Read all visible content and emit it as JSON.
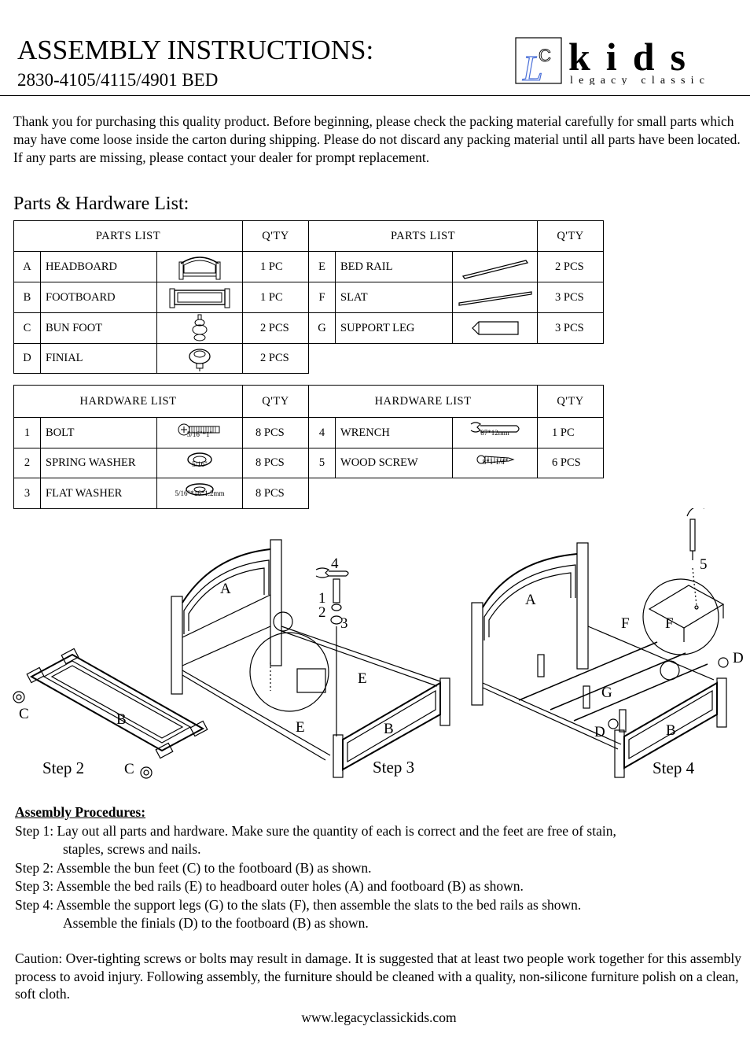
{
  "header": {
    "title": "ASSEMBLY INSTRUCTIONS:",
    "subtitle": "2830-4105/4115/4901  BED",
    "logo_mark": "LC",
    "logo_word": "kids",
    "logo_tagline": "legacy classic"
  },
  "intro": "Thank you for purchasing this quality product. Before beginning, please check the packing material carefully for small parts which may have come loose inside the carton during shipping. Please do not discard any packing material until all parts have been located. If any parts are missing, please contact your dealer for prompt replacement.",
  "parts_heading": "Parts & Hardware List:",
  "parts_table": {
    "header_list": "PARTS  LIST",
    "header_qty": "Q'TY",
    "left": [
      {
        "letter": "A",
        "name": "HEADBOARD",
        "qty": "1 PC",
        "icon": "headboard-icon"
      },
      {
        "letter": "B",
        "name": "FOOTBOARD",
        "qty": "1 PC",
        "icon": "footboard-icon"
      },
      {
        "letter": "C",
        "name": "BUN  FOOT",
        "qty": "2 PCS",
        "icon": "bun-foot-icon"
      },
      {
        "letter": "D",
        "name": "FINIAL",
        "qty": "2 PCS",
        "icon": "finial-icon"
      }
    ],
    "right": [
      {
        "letter": "E",
        "name": "BED  RAIL",
        "qty": "2 PCS",
        "icon": "bed-rail-icon"
      },
      {
        "letter": "F",
        "name": "SLAT",
        "qty": "3 PCS",
        "icon": "slat-icon"
      },
      {
        "letter": "G",
        "name": "SUPPORT  LEG",
        "qty": "3 PCS",
        "icon": "support-leg-icon"
      }
    ]
  },
  "hardware_table": {
    "header_list": "HARDWARE  LIST",
    "header_qty": "Q'TY",
    "left": [
      {
        "num": "1",
        "name": "BOLT",
        "spec": "5/16\"*1\"",
        "qty": "8 PCS",
        "icon": "bolt-icon"
      },
      {
        "num": "2",
        "name": "SPRING  WASHER",
        "spec": "5/16\"",
        "qty": "8 PCS",
        "icon": "spring-washer-icon"
      },
      {
        "num": "3",
        "name": "FLAT  WASHER",
        "spec": "5/16\"*16*1.2mm",
        "qty": "8 PCS",
        "icon": "flat-washer-icon"
      }
    ],
    "right": [
      {
        "num": "4",
        "name": "WRENCH",
        "spec": "87*12mm",
        "qty": "1 PC",
        "icon": "wrench-icon"
      },
      {
        "num": "5",
        "name": "WOOD  SCREW",
        "spec": "8*1-1/4\"",
        "qty": "6 PCS",
        "icon": "wood-screw-icon"
      }
    ]
  },
  "diagram": {
    "step2": "Step 2",
    "step3": "Step 3",
    "step4": "Step 4",
    "labels": {
      "A": "A",
      "B": "B",
      "C": "C",
      "D": "D",
      "E": "E",
      "F": "F",
      "G": "G",
      "n1": "1",
      "n2": "2",
      "n3": "3",
      "n4": "4",
      "n5": "5"
    }
  },
  "procedures": {
    "heading": "Assembly Procedures:",
    "step1_a": "Step 1: Lay out all parts and hardware. Make sure the quantity of each is correct and the feet are free of stain,",
    "step1_b": "staples, screws and nails.",
    "step2": "Step 2: Assemble the bun feet (C) to the footboard (B) as shown.",
    "step3": "Step 3: Assemble the bed rails (E) to headboard outer holes (A) and footboard (B) as shown.",
    "step4_a": "Step 4: Assemble the support legs (G) to the slats (F), then assemble the slats to the bed rails as shown.",
    "step4_b": "Assemble the finials (D) to the footboard (B) as shown."
  },
  "caution": "Caution: Over-tighting screws or bolts may result in damage. It is suggested that at least two people work together for this assembly process to avoid injury. Following assembly, the furniture should be cleaned with a quality, non-silicone furniture polish on a clean, soft cloth.",
  "url": "www.legacyclassickids.com"
}
